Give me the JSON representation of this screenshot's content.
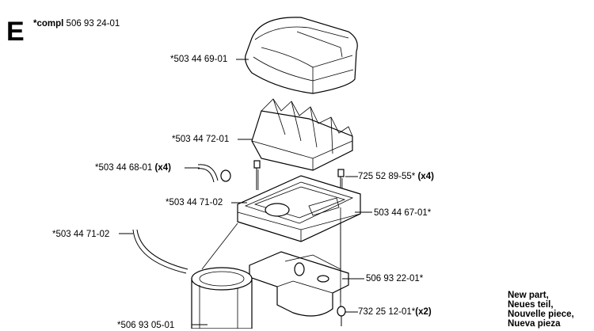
{
  "section": {
    "letter": "E"
  },
  "assembly": {
    "prefix": "*compl",
    "number": "506 93 24-01"
  },
  "parts": {
    "p1": {
      "number": "*503 44 69-01",
      "qty": ""
    },
    "p2": {
      "number": "*503 44 72-01",
      "qty": ""
    },
    "p3": {
      "number": "*503 44 68-01",
      "qty": "(x4)"
    },
    "p4": {
      "number": "725 52 89-55*",
      "qty": "(x4)"
    },
    "p5": {
      "number": "*503 44 71-02",
      "qty": ""
    },
    "p6": {
      "number": "503 44 67-01*",
      "qty": ""
    },
    "p7": {
      "number": "*503 44 71-02",
      "qty": ""
    },
    "p8": {
      "number": "506 93 22-01*",
      "qty": ""
    },
    "p9": {
      "number": "732 25 12-01*",
      "qty": "(x2)"
    },
    "p10": {
      "number": "*506 93 05-01",
      "qty": ""
    }
  },
  "legend": {
    "line1": "New part,",
    "line2": "Neues teil,",
    "line3": "Nouvelle piece,",
    "line4": "Nueva pieza"
  }
}
